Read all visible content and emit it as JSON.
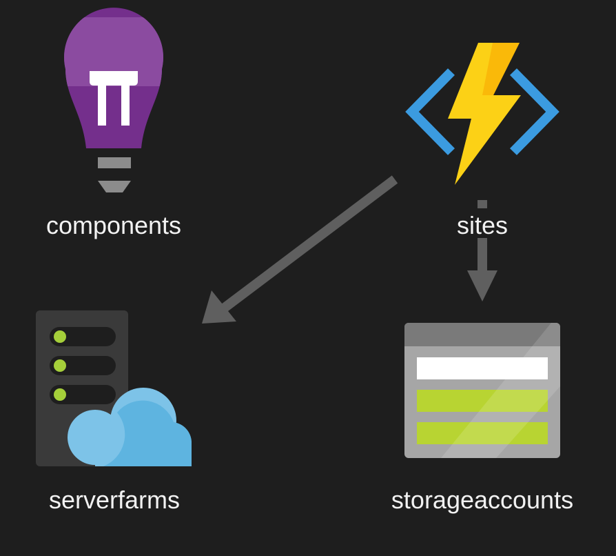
{
  "nodes": {
    "components": {
      "label": "components",
      "icon": "application-insights-lightbulb-icon"
    },
    "sites": {
      "label": "sites",
      "icon": "function-app-lightning-icon"
    },
    "serverfarms": {
      "label": "serverfarms",
      "icon": "app-service-plan-server-cloud-icon"
    },
    "storageaccounts": {
      "label": "storageaccounts",
      "icon": "storage-account-table-icon"
    }
  },
  "edges": [
    {
      "from": "sites",
      "to": "serverfarms"
    },
    {
      "from": "sites",
      "to": "storageaccounts"
    }
  ],
  "colors": {
    "background": "#1e1e1e",
    "label": "#f2f2f2",
    "arrow": "#5f5f5f",
    "bulb_purple": "#742f8c",
    "bolt_yellow": "#fcd116",
    "bracket_blue": "#3b9be0",
    "server_gray": "#3a3a3a",
    "led_green": "#a5cf3a",
    "cloud_blue": "#5eb4e0",
    "storage_gray": "#a6a6a6",
    "storage_green": "#b8d432"
  }
}
